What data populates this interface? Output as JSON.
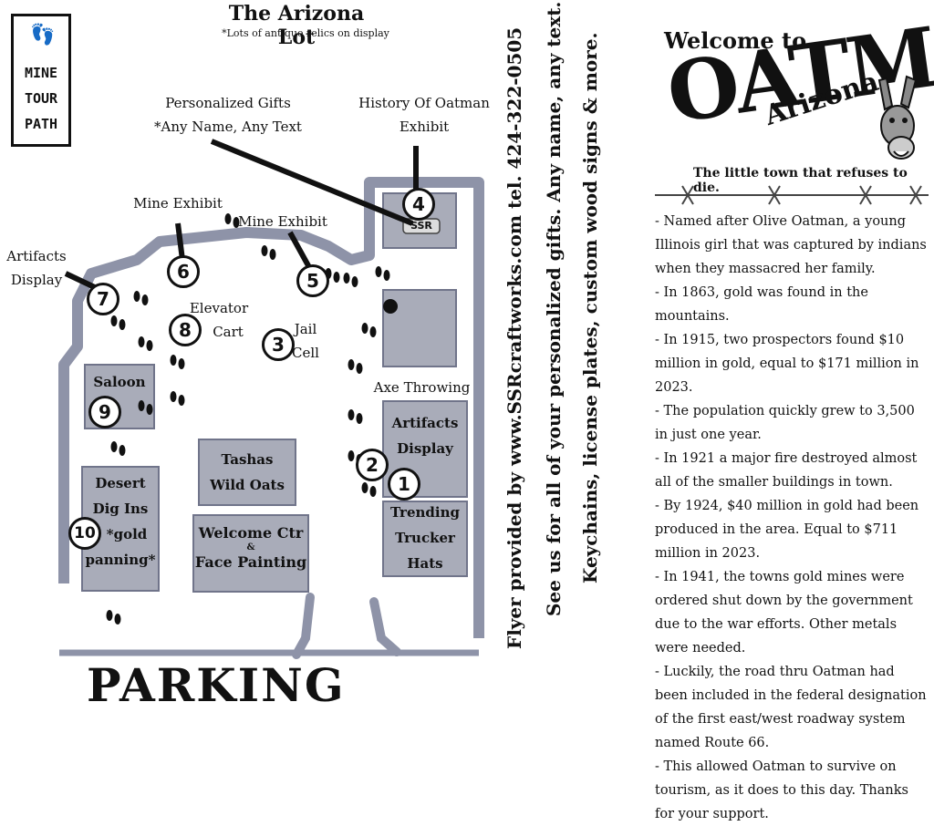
{
  "map": {
    "title": "The Arizona Lot",
    "subtitle": "*Lots of antique relics on display",
    "legend": {
      "text_lines": [
        "MINE",
        "TOUR",
        "PATH"
      ],
      "icon": "footprints-icon"
    },
    "labels": {
      "personalized_gifts": [
        "Personalized Gifts",
        "*Any Name, Any Text"
      ],
      "history_exhibit": [
        "History Of Oatman",
        "Exhibit"
      ],
      "mine_exhibit_left": "Mine Exhibit",
      "mine_exhibit_right": "Mine Exhibit",
      "artifacts_display": [
        "Artifacts",
        "Display"
      ],
      "elevator_cart": [
        "Elevator",
        "Cart"
      ],
      "jail_cell": [
        "Jail",
        "Cell"
      ],
      "axe_throwing": "Axe Throwing",
      "saloon": "Saloon",
      "desert_dig": [
        "Desert",
        "Dig Ins",
        "*gold",
        "panning*"
      ],
      "tashas": [
        "Tashas",
        "Wild Oats"
      ],
      "welcome_ctr": [
        "Welcome Ctr",
        "&",
        "Face Painting"
      ],
      "artifacts_building": [
        "Artifacts",
        "Display"
      ],
      "trending_hats": [
        "Trending",
        "Trucker",
        "Hats"
      ],
      "ssr_sign": "SSR"
    },
    "stops": [
      "1",
      "2",
      "3",
      "4",
      "5",
      "6",
      "7",
      "8",
      "9",
      "10"
    ],
    "parking": "PARKING"
  },
  "promo": {
    "line1": "Flyer provided by www.SSRcraftworks.com     tel. 424-322-0505",
    "line2": "See us for all of your personalized gifts. Any name, any text.",
    "line3": "Keychains, license plates, custom wood signs & more."
  },
  "info": {
    "welcome": "Welcome to",
    "town": "OATMAN",
    "state": "Arizona",
    "tagline": "The little town that refuses to die.",
    "facts": [
      "- Named after Olive Oatman, a young Illinois girl that was captured by indians when they massacred her family.",
      "- In 1863, gold was found in the mountains.",
      "- In 1915, two prospectors found $10 million in gold, equal to $171 million in 2023.",
      "- The population quickly grew to 3,500 in just one year.",
      "- In 1921 a major fire destroyed almost all of the smaller buildings in town.",
      "- By 1924, $40 million in gold had been produced in the area. Equal to $711 million in 2023.",
      "- In 1941, the towns gold mines were ordered shut down by the government due to the war efforts. Other metals were needed.",
      "- Luckily, the road thru Oatman had been included in the federal designation of the first east/west roadway system named Route 66.",
      "- This allowed Oatman to survive on tourism, as it does to this day. Thanks for your support."
    ]
  }
}
